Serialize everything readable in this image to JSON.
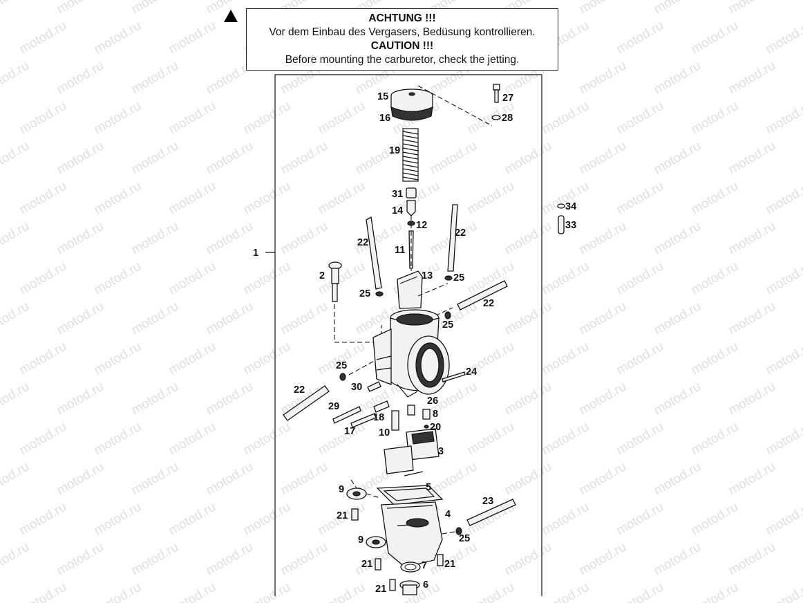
{
  "watermark": "motod.ru",
  "warning": {
    "de_title": "ACHTUNG !!!",
    "de_text": "Vor dem Einbau des Vergasers, Bedüsung kontrollieren.",
    "en_title": "CAUTION !!!",
    "en_text": "Before mounting the carburetor, check the jetting."
  },
  "callouts": {
    "p1": "1",
    "p2": "2",
    "p3": "3",
    "p4": "4",
    "p5": "5",
    "p6": "6",
    "p7": "7",
    "p8": "8",
    "p9a": "9",
    "p9b": "9",
    "p10": "10",
    "p11": "11",
    "p12": "12",
    "p13": "13",
    "p14": "14",
    "p15": "15",
    "p16": "16",
    "p17": "17",
    "p18": "18",
    "p19": "19",
    "p20": "20",
    "p21a": "21",
    "p21b": "21",
    "p21c": "21",
    "p21d": "21",
    "p22a": "22",
    "p22b": "22",
    "p22c": "22",
    "p22d": "22",
    "p23": "23",
    "p24": "24",
    "p25a": "25",
    "p25b": "25",
    "p25c": "25",
    "p25d": "25",
    "p25e": "25",
    "p26": "26",
    "p27": "27",
    "p28": "28",
    "p29": "29",
    "p30": "30",
    "p31": "31",
    "p33": "33",
    "p34": "34"
  }
}
